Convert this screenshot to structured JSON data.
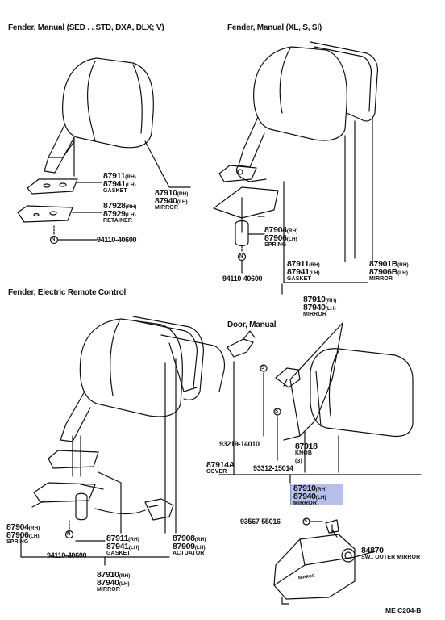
{
  "sections": {
    "manual_sedan": "Fender, Manual (SED . . STD, DXA, DLX; V)",
    "manual_xl": "Fender, Manual (XL, S, SI)",
    "electric": "Fender, Electric Remote Control",
    "door_manual": "Door, Manual"
  },
  "parts": {
    "gasket_a": {
      "rh": "87911",
      "lh": "87941",
      "rh_sfx": "(RH)",
      "lh_sfx": "(LH)",
      "desc": "GASKET"
    },
    "mirror_a": {
      "rh": "87910",
      "lh": "87940",
      "rh_sfx": "(RH)",
      "lh_sfx": "(LH)",
      "desc": "MIRROR"
    },
    "retainer_a": {
      "rh": "87928",
      "lh": "87929",
      "rh_sfx": "(RH)",
      "lh_sfx": "(LH)",
      "desc": "RETAINER"
    },
    "nut_a": "94110-40600",
    "spring_b": {
      "rh": "87904",
      "lh": "87906",
      "rh_sfx": "(RH)",
      "lh_sfx": "(LH)",
      "desc": "SPRING"
    },
    "nut_b": "94110-40600",
    "gasket_b": {
      "rh": "87911",
      "lh": "87941",
      "rh_sfx": "(RH)",
      "lh_sfx": "(LH)",
      "desc": "GASKET"
    },
    "mirror_glass_b": {
      "rh": "87901B",
      "lh": "87906B",
      "rh_sfx": "(RH)",
      "lh_sfx": "(LH)",
      "desc": "MIRROR"
    },
    "mirror_b": {
      "rh": "87910",
      "lh": "87940",
      "rh_sfx": "(RH)",
      "lh_sfx": "(LH)",
      "desc": "MIRROR"
    },
    "spring_c": {
      "rh": "87904",
      "lh": "87906",
      "rh_sfx": "(RH)",
      "lh_sfx": "(LH)",
      "desc": "SPRING"
    },
    "nut_c": "94110-40600",
    "gasket_c": {
      "rh": "87911",
      "lh": "87941",
      "rh_sfx": "(RH)",
      "lh_sfx": "(LH)",
      "desc": "GASKET"
    },
    "actuator_c": {
      "rh": "87908",
      "lh": "87909",
      "rh_sfx": "(RH)",
      "lh_sfx": "(LH)",
      "desc": "ACTUATOR"
    },
    "mirror_c": {
      "rh": "87910",
      "lh": "87940",
      "rh_sfx": "(RH)",
      "lh_sfx": "(LH)",
      "desc": "MIRROR"
    },
    "cover_d": {
      "num": "87914A",
      "desc": "COVER"
    },
    "screw_d1": "93219-14010",
    "screw_d2": "93312-15014",
    "knob_d": {
      "num": "87918",
      "desc": "KNOB",
      "qty": "(3)"
    },
    "mirror_d": {
      "rh": "87910",
      "lh": "87940",
      "rh_sfx": "(RH)",
      "lh_sfx": "(LH)",
      "desc": "MIRROR"
    },
    "screw_d3": "93567-55016",
    "switch_d": {
      "num": "84870",
      "desc": "SW., OUTER MIRROR"
    }
  },
  "switch_label": "MIRROR",
  "screw_marker": "S",
  "nut_marker": "N",
  "figure_code": "ME  C204-B"
}
